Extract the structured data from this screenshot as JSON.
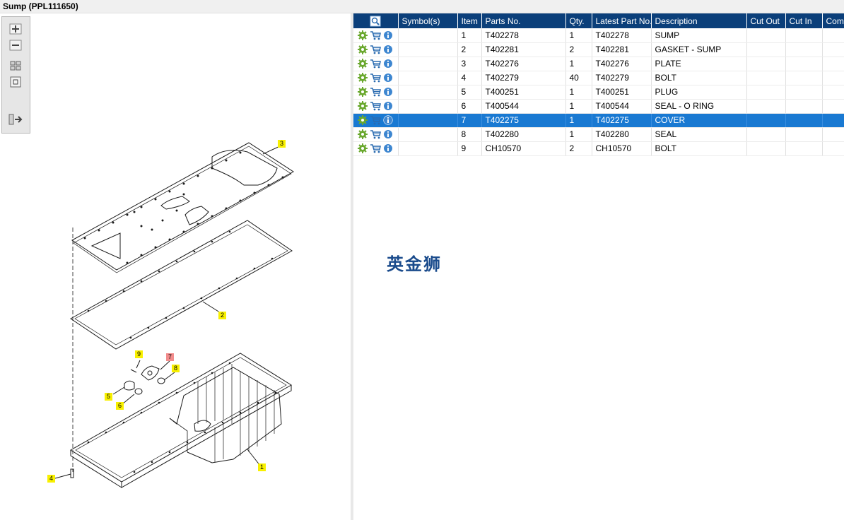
{
  "window": {
    "title": "Sump (PPL111650)"
  },
  "toolbar": {
    "buttons": [
      {
        "name": "zoom-in-icon"
      },
      {
        "name": "zoom-out-icon"
      },
      {
        "name": "fit-all-icon"
      },
      {
        "name": "actual-size-icon"
      },
      {
        "name": "toggle-panel-icon"
      }
    ]
  },
  "table": {
    "headers": [
      "",
      "Symbol(s)",
      "Item",
      "Parts No.",
      "Qty.",
      "Latest Part No.",
      "Description",
      "Cut Out",
      "Cut In",
      "Comment"
    ],
    "rows": [
      {
        "item": "1",
        "part_no": "T402278",
        "qty": "1",
        "latest": "T402278",
        "desc": "SUMP"
      },
      {
        "item": "2",
        "part_no": "T402281",
        "qty": "2",
        "latest": "T402281",
        "desc": "GASKET - SUMP"
      },
      {
        "item": "3",
        "part_no": "T402276",
        "qty": "1",
        "latest": "T402276",
        "desc": "PLATE"
      },
      {
        "item": "4",
        "part_no": "T402279",
        "qty": "40",
        "latest": "T402279",
        "desc": "BOLT"
      },
      {
        "item": "5",
        "part_no": "T400251",
        "qty": "1",
        "latest": "T400251",
        "desc": "PLUG"
      },
      {
        "item": "6",
        "part_no": "T400544",
        "qty": "1",
        "latest": "T400544",
        "desc": "SEAL - O RING"
      },
      {
        "item": "7",
        "part_no": "T402275",
        "qty": "1",
        "latest": "T402275",
        "desc": "COVER"
      },
      {
        "item": "8",
        "part_no": "T402280",
        "qty": "1",
        "latest": "T402280",
        "desc": "SEAL"
      },
      {
        "item": "9",
        "part_no": "CH10570",
        "qty": "2",
        "latest": "CH10570",
        "desc": "BOLT"
      }
    ],
    "selected_item": "7",
    "row_icons": [
      "gear-icon",
      "cart-icon",
      "info-icon"
    ]
  },
  "drawing": {
    "callouts": [
      "3",
      "2",
      "9",
      "7",
      "8",
      "5",
      "6",
      "1",
      "4"
    ],
    "selected_callout": "7"
  },
  "watermark": "英金狮",
  "colors": {
    "header": "#0b3f7a",
    "selection": "#1979d2",
    "callout": "#f8f000",
    "callout_selected": "#f28c8c"
  }
}
